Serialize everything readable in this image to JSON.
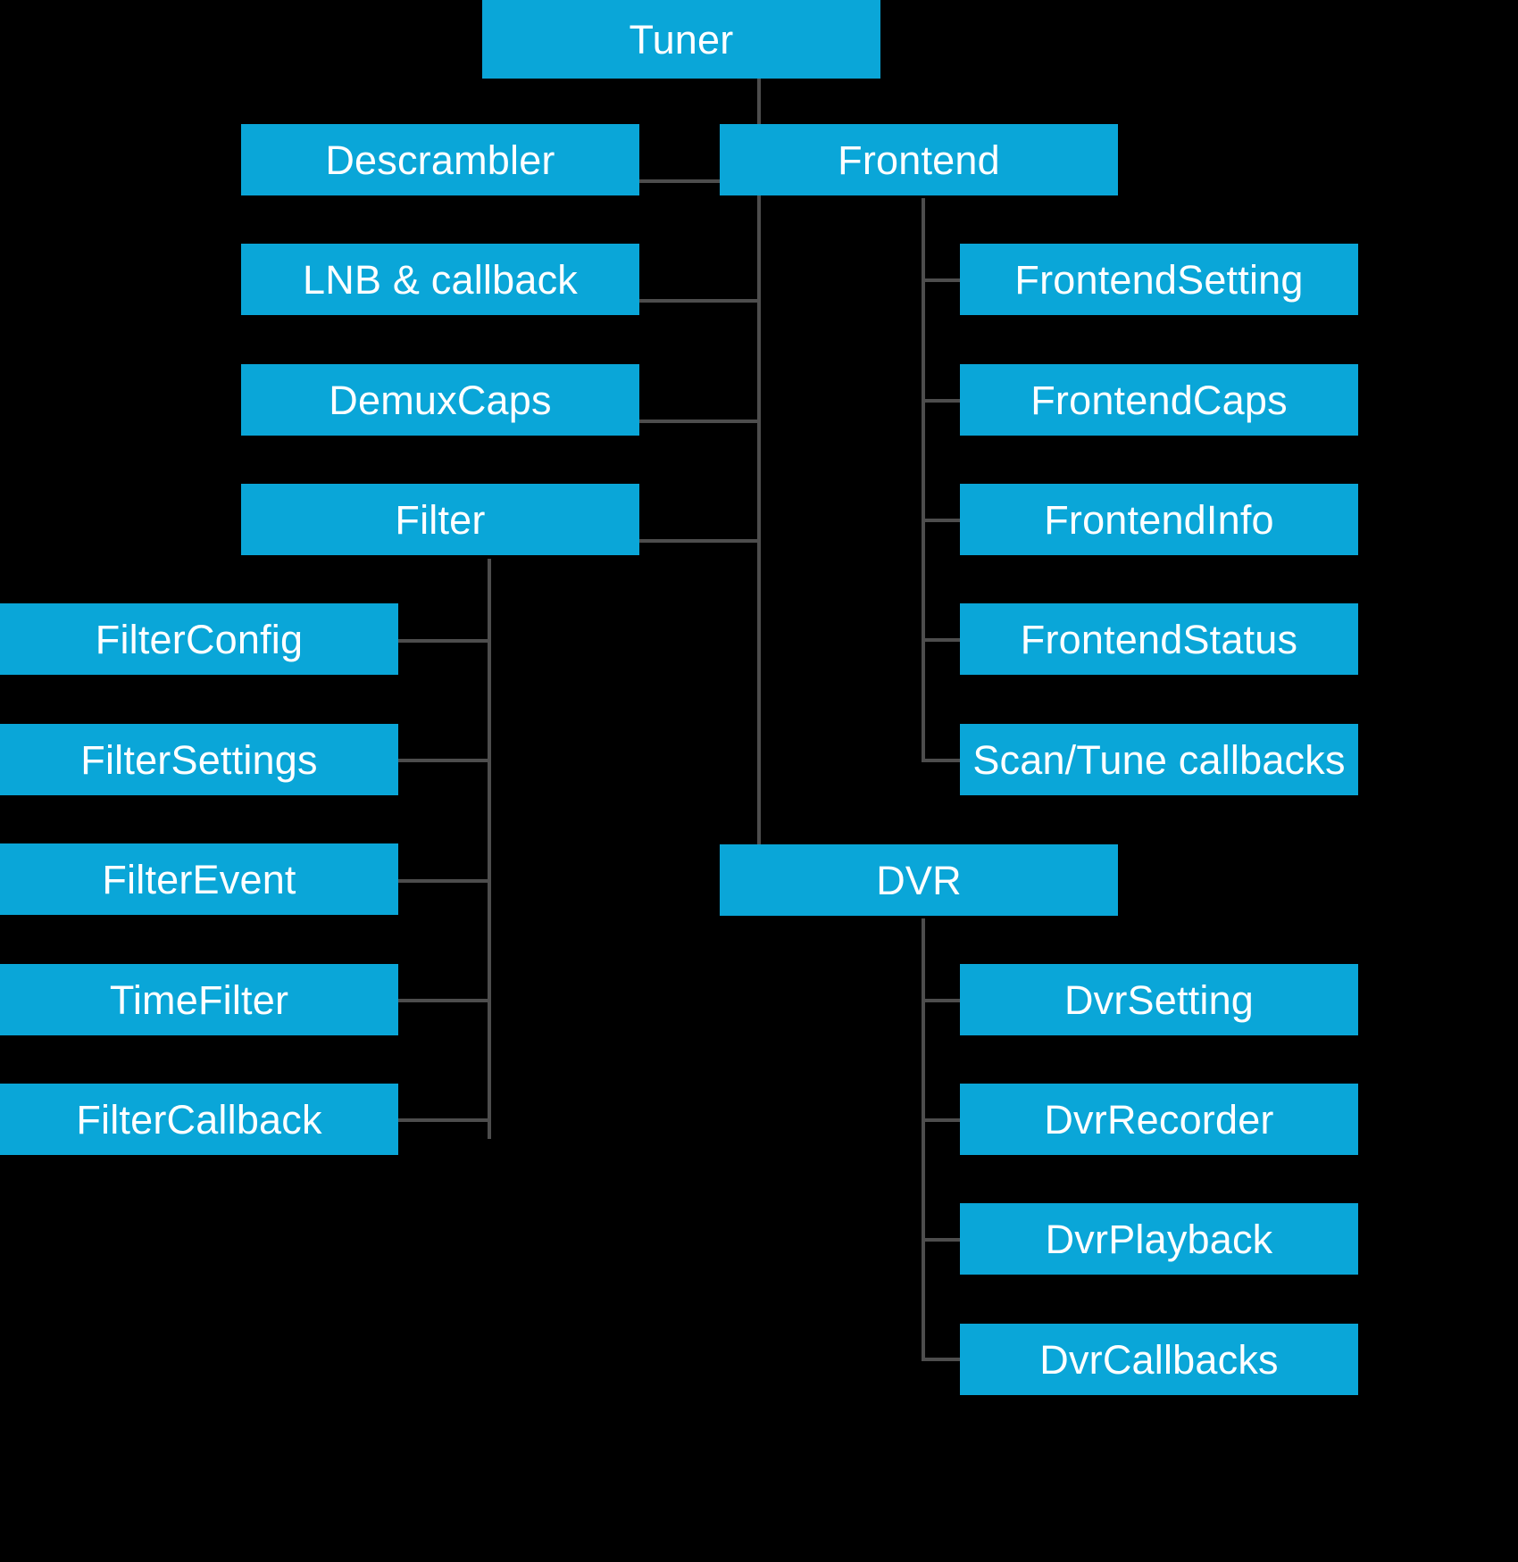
{
  "diagram": {
    "title": "Tuner",
    "type": "hierarchy-tree",
    "colors": {
      "background": "#000000",
      "node_fill": "#0aa6d8",
      "node_text": "#ffffff",
      "connector": "#4d4d4d"
    },
    "root": {
      "label": "Tuner"
    },
    "level1": [
      {
        "label": "Descrambler"
      },
      {
        "label": "LNB & callback"
      },
      {
        "label": "DemuxCaps"
      },
      {
        "label": "Filter"
      },
      {
        "label": "Frontend"
      },
      {
        "label": "DVR"
      }
    ],
    "filter_children": [
      {
        "label": "FilterConfig"
      },
      {
        "label": "FilterSettings"
      },
      {
        "label": "FilterEvent"
      },
      {
        "label": "TimeFilter"
      },
      {
        "label": "FilterCallback"
      }
    ],
    "frontend_children": [
      {
        "label": "FrontendSetting"
      },
      {
        "label": "FrontendCaps"
      },
      {
        "label": "FrontendInfo"
      },
      {
        "label": "FrontendStatus"
      },
      {
        "label": "Scan/Tune callbacks"
      }
    ],
    "dvr_children": [
      {
        "label": "DvrSetting"
      },
      {
        "label": "DvrRecorder"
      },
      {
        "label": "DvrPlayback"
      },
      {
        "label": "DvrCallbacks"
      }
    ]
  }
}
